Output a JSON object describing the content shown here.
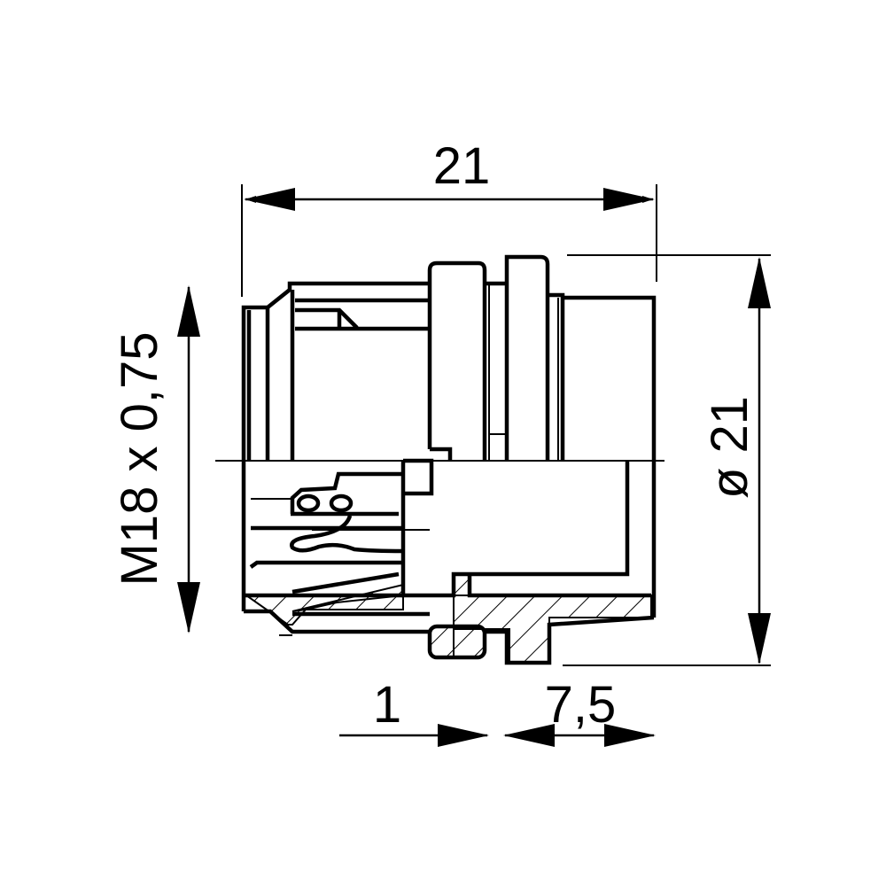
{
  "dimensions": {
    "overall_length": "21",
    "diameter": "ø 21",
    "thread": "M18 x 0,75",
    "panel_offset": "1",
    "flange_length": "7,5"
  },
  "colors": {
    "line": "#000000",
    "background": "#ffffff"
  }
}
